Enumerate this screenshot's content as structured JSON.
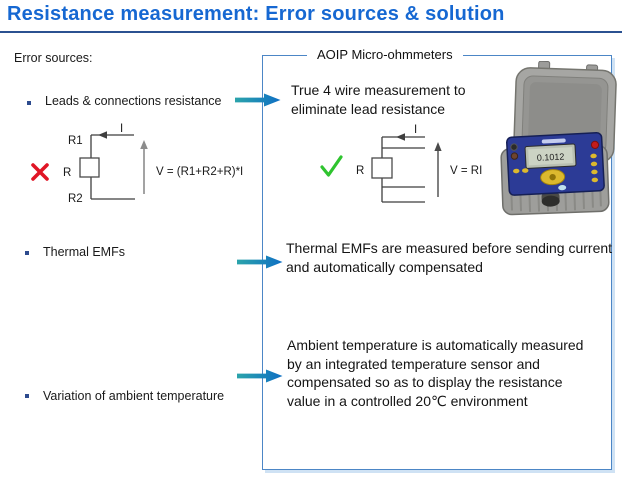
{
  "title": "Resistance measurement: Error sources & solution",
  "error_sources": {
    "label": "Error sources:",
    "items": [
      {
        "label": "Leads & connections resistance"
      },
      {
        "label": "Thermal EMFs"
      },
      {
        "label": "Variation of ambient temperature"
      }
    ]
  },
  "solution_box": {
    "legend": "AOIP Micro-ohmmeters",
    "solutions": [
      "True 4 wire measurement to eliminate lead resistance",
      "Thermal EMFs are measured before sending current and automatically compensated",
      "Ambient temperature is automatically measured by an integrated temperature sensor and compensated so as to display the resistance value in a controlled 20℃ environment"
    ]
  },
  "diagrams": {
    "two_wire": {
      "verdict": "rejected",
      "r1_label": "R1",
      "r_label": "R",
      "r2_label": "R2",
      "current_label": "I",
      "equation": "V = (R1+R2+R)*I"
    },
    "four_wire": {
      "verdict": "accepted",
      "r_label": "R",
      "current_label": "I",
      "equation": "V = RI"
    }
  },
  "device": {
    "display_value": "0.1012"
  },
  "colors": {
    "title_blue": "#1668d2",
    "rule_blue": "#2b5191",
    "box_border_blue": "#4c86c6",
    "arrow_teal": "#2ba4ab",
    "arrow_blue": "#0f6fc4",
    "bullet_navy": "#2d4b8e",
    "cross_red": "#e01525",
    "check_green": "#2fc42f"
  }
}
